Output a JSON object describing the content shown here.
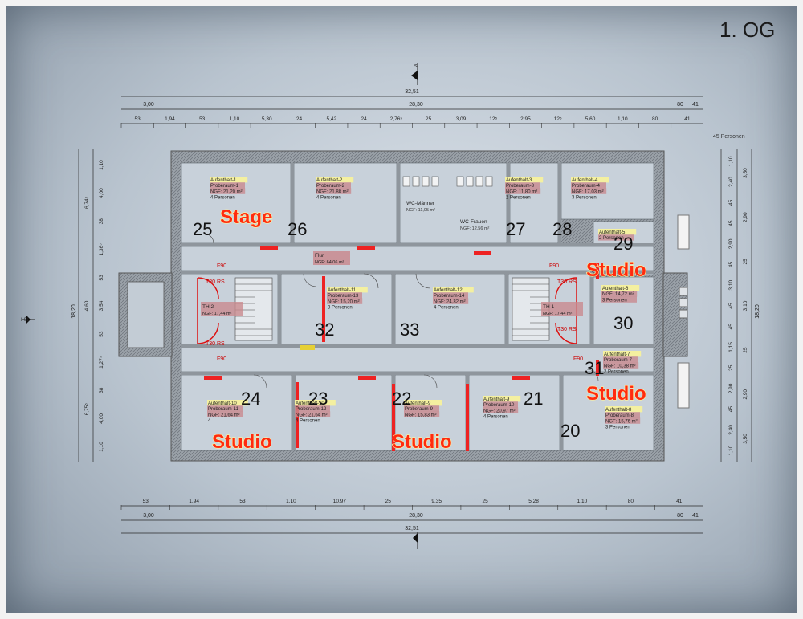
{
  "floor_label": "1. OG",
  "total_persons": "45 Personen",
  "north": "s",
  "section_mark": "I-01",
  "overall_width": "32,51",
  "inner_width": "28,30",
  "overall_height": "18,20",
  "top_dims_row1": [
    "3,00",
    "28,30",
    "80",
    "41"
  ],
  "top_dims_row2": [
    "53",
    "1,94",
    "53",
    "1,10",
    "5,30",
    "24",
    "5,42",
    "24",
    "2,76⁵",
    "25",
    "3,09",
    "12⁵",
    "2,95",
    "12⁵",
    "5,60",
    "1,10",
    "80",
    "41"
  ],
  "bottom_dims_row1": [
    "53",
    "1,94",
    "53",
    "1,10",
    "10,97",
    "25",
    "9,35",
    "25",
    "5,28",
    "1,10",
    "80",
    "41"
  ],
  "bottom_dims_row2": [
    "3,00",
    "28,30",
    "80",
    "41"
  ],
  "left_dims_outer": [
    "6,74⁵",
    "4,60",
    "6,75⁵"
  ],
  "left_dims_inner": [
    "1,10",
    "4,00",
    "38",
    "1,36⁵",
    "53",
    "3,54",
    "53",
    "1,27⁵",
    "38",
    "4,00",
    "1,10"
  ],
  "right_dims_outer": [
    "3,50",
    "2,90",
    "25",
    "3,10",
    "25",
    "2,90",
    "3,50"
  ],
  "right_dims_inner": [
    "1,10",
    "2,40",
    "45",
    "45",
    "2,90",
    "45",
    "3,10",
    "45",
    "45",
    "1,15",
    "25",
    "2,90",
    "45",
    "2,40",
    "1,10"
  ],
  "colors": {
    "wall": "#8a9199",
    "highlight": "#ee2222",
    "door": "#dd1111",
    "label_fill": "#f4f0a0",
    "chip": "#c98a8e",
    "overlay_text": "#ff2a10"
  },
  "rooms": [
    {
      "id": "r25",
      "lines": [
        "Aufenthalt-1",
        "Proberaum-1",
        "NGF: 21,20 m²",
        "4 Personen"
      ],
      "number": "25",
      "tag": "Stage"
    },
    {
      "id": "r26",
      "lines": [
        "Aufenthalt-2",
        "Proberaum-2",
        "NGF: 21,88 m²",
        "4 Personen"
      ],
      "number": "26",
      "tag": ""
    },
    {
      "id": "r27",
      "lines": [
        "Aufenthalt-3",
        "Proberaum-3",
        "NGF: 11,80 m²",
        "2 Personen"
      ],
      "number": "27",
      "tag": ""
    },
    {
      "id": "r28",
      "lines": [
        "Aufenthalt-4",
        "Proberaum-4",
        "NGF: 17,03 m²",
        "3 Personen"
      ],
      "number": "28",
      "tag": ""
    },
    {
      "id": "r29",
      "lines": [
        "Aufenthalt-5",
        "2 Personen"
      ],
      "number": "29",
      "tag": "Studio"
    },
    {
      "id": "r30",
      "lines": [
        "Aufenthalt-6",
        "NGF: 14,72 m²",
        "3 Personen"
      ],
      "number": "30",
      "tag": ""
    },
    {
      "id": "r31",
      "lines": [
        "Aufenthalt-7",
        "Proberaum-7",
        "NGF: 10,38 m²",
        "2 Personen"
      ],
      "number": "31",
      "tag": "Studio"
    },
    {
      "id": "r20",
      "lines": [
        "Aufenthalt-8",
        "Proberaum-8",
        "NGF: 15,76 m²",
        "3 Personen"
      ],
      "number": "20",
      "tag": ""
    },
    {
      "id": "r21",
      "lines": [
        "Aufenthalt-9",
        "Proberaum-10",
        "NGF: 20,97 m²",
        "4 Personen"
      ],
      "number": "21",
      "tag": ""
    },
    {
      "id": "r22",
      "lines": [
        "Aufenthalt-9",
        "Proberaum-9",
        "NGF: 15,83 m²"
      ],
      "number": "22",
      "tag": "Studio"
    },
    {
      "id": "r23",
      "lines": [
        "Aufenthalt-10",
        "Proberaum-12",
        "NGF: 21,64 m²",
        "4 Personen"
      ],
      "number": "23",
      "tag": ""
    },
    {
      "id": "r24",
      "lines": [
        "Aufenthalt-10",
        "Proberaum-11",
        "NGF: 21,64 m²",
        "4"
      ],
      "number": "24",
      "tag": "Studio"
    },
    {
      "id": "r32",
      "lines": [
        "Aufenthalt-11",
        "Proberaum-13",
        "NGF: 15,20 m²",
        "3 Personen"
      ],
      "number": "32",
      "tag": ""
    },
    {
      "id": "r33",
      "lines": [
        "Aufenthalt-12",
        "Proberaum-14",
        "NGF: 24,32 m²",
        "4 Personen"
      ],
      "number": "33",
      "tag": ""
    }
  ],
  "wc_men": [
    "WC-Männer",
    "NGF: 11,05 m²"
  ],
  "wc_women": [
    "WC-Frauen",
    "NGF: 12,56 m²"
  ],
  "corridor": [
    "Flur",
    "NGF: 64,06 m²"
  ],
  "th1": [
    "TH 1",
    "NGF: 17,44 m²"
  ],
  "th2": [
    "TH 2",
    "NGF: 17,44 m²"
  ],
  "door_labels": {
    "f90": "F90",
    "t30": "T30 RS"
  }
}
